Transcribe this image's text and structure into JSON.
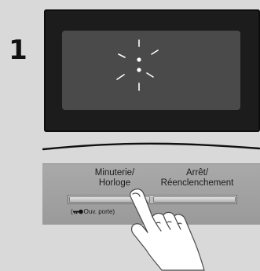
{
  "step": {
    "number": "1"
  },
  "control_panel": {
    "left_button_label_line1": "Minuterie/",
    "left_button_label_line2": "Horloge",
    "right_button_label_line1": "Arrêt/",
    "right_button_label_line2": "Réenclenchement",
    "sub_label_prefix": "(",
    "sub_label_text": "Ouv. porte)",
    "sub_label_icon": "key-icon"
  },
  "icons": {
    "oven_light": "light-on-icon",
    "hand": "pointing-hand-icon"
  },
  "colors": {
    "background": "#d9d9d9",
    "oven_door": "#1c1c1c",
    "oven_window": "#4a4a4a",
    "panel": "#a9a9a9"
  }
}
